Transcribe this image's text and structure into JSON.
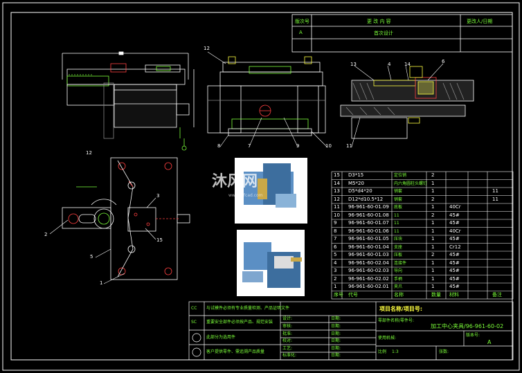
{
  "revision_block": {
    "header": {
      "rev": "版次号",
      "content": "更 改 内 容",
      "changer": "更改人/日期"
    },
    "rows": [
      {
        "rev": "A",
        "content": "首次设计",
        "changer": ""
      }
    ]
  },
  "callouts": {
    "front": [
      "12"
    ],
    "side": [
      "12",
      "8",
      "7",
      "9",
      "10"
    ],
    "section": [
      "13",
      "4",
      "14",
      "6",
      "11"
    ],
    "plan": [
      "2",
      "3",
      "15",
      "5",
      "1"
    ]
  },
  "bom": {
    "rows": [
      {
        "no": "15",
        "code": "D3*15",
        "name": "定位销",
        "qty": "2",
        "mat": "",
        "remark": ""
      },
      {
        "no": "14",
        "code": "M5*20",
        "name": "内六角圆柱头螺钉",
        "qty": "1",
        "mat": "",
        "remark": ""
      },
      {
        "no": "13",
        "code": "D5*d4*20",
        "name": "销套",
        "qty": "1",
        "mat": "",
        "remark": "11"
      },
      {
        "no": "12",
        "code": "D12*d10.5*12",
        "name": "销套",
        "qty": "2",
        "mat": "",
        "remark": "11"
      },
      {
        "no": "11",
        "code": "96-961-60-01.09",
        "name": "底板",
        "qty": "1",
        "mat": "40Cr",
        "remark": ""
      },
      {
        "no": "10",
        "code": "96-961-60-01.08",
        "name": "11",
        "qty": "2",
        "mat": "45#",
        "remark": ""
      },
      {
        "no": "9",
        "code": "96-961-60-01.07",
        "name": "11",
        "qty": "1",
        "mat": "45#",
        "remark": ""
      },
      {
        "no": "8",
        "code": "96-961-60-01.06",
        "name": "11",
        "qty": "1",
        "mat": "40Cr",
        "remark": ""
      },
      {
        "no": "7",
        "code": "96-961-60-01.05",
        "name": "压块",
        "qty": "1",
        "mat": "45#",
        "remark": ""
      },
      {
        "no": "6",
        "code": "96-961-60-01.04",
        "name": "支座",
        "qty": "1",
        "mat": "Cr12",
        "remark": ""
      },
      {
        "no": "5",
        "code": "96-961-60-01.03",
        "name": "压板",
        "qty": "2",
        "mat": "45#",
        "remark": ""
      },
      {
        "no": "4",
        "code": "96-961-60-02.04",
        "name": "连接件",
        "qty": "1",
        "mat": "45#",
        "remark": ""
      },
      {
        "no": "3",
        "code": "96-961-60-02.03",
        "name": "导向",
        "qty": "1",
        "mat": "45#",
        "remark": ""
      },
      {
        "no": "2",
        "code": "96-961-60-02.02",
        "name": "手柄",
        "qty": "1",
        "mat": "45#",
        "remark": ""
      },
      {
        "no": "1",
        "code": "96-961-60-02.01",
        "name": "夹爪",
        "qty": "1",
        "mat": "45#",
        "remark": ""
      }
    ],
    "header": {
      "no": "序号",
      "code": "代号",
      "name": "名称",
      "qty": "数量",
      "mat": "材料",
      "remark": "备注"
    }
  },
  "title_block": {
    "notes": [
      {
        "tag": "CC",
        "text": "与试模件必须有专业质量检测、产品证明文件"
      },
      {
        "tag": "SC",
        "text": "重要安全部件必须按产品、规范安装"
      },
      {
        "tag": "",
        "text": "此部分为选用件"
      },
      {
        "tag": "",
        "text": "客户提供零件、需追溯产品质量"
      }
    ],
    "fields": {
      "design": "设计:",
      "check": "审核:",
      "approve": "批准:",
      "verify": "校对:",
      "process": "工艺:",
      "standard": "标准化:",
      "date1": "日期:",
      "date2": "日期:",
      "date3": "日期:",
      "date4": "日期:",
      "date5": "日期:",
      "date6": "日期:"
    },
    "project_label": "项目名称/项目号:",
    "part_label": "零部件名称/零件号:",
    "part_value": "加工中心夹具/96-961-60-02",
    "machine_label": "使用机械:",
    "rev_label": "版本号:",
    "rev_value": "A",
    "scale_label": "比例",
    "scale_value": "1:3",
    "sheet_label": "张数:"
  },
  "watermark": {
    "text": "沐风网",
    "sub": "www.mfcad.com"
  }
}
